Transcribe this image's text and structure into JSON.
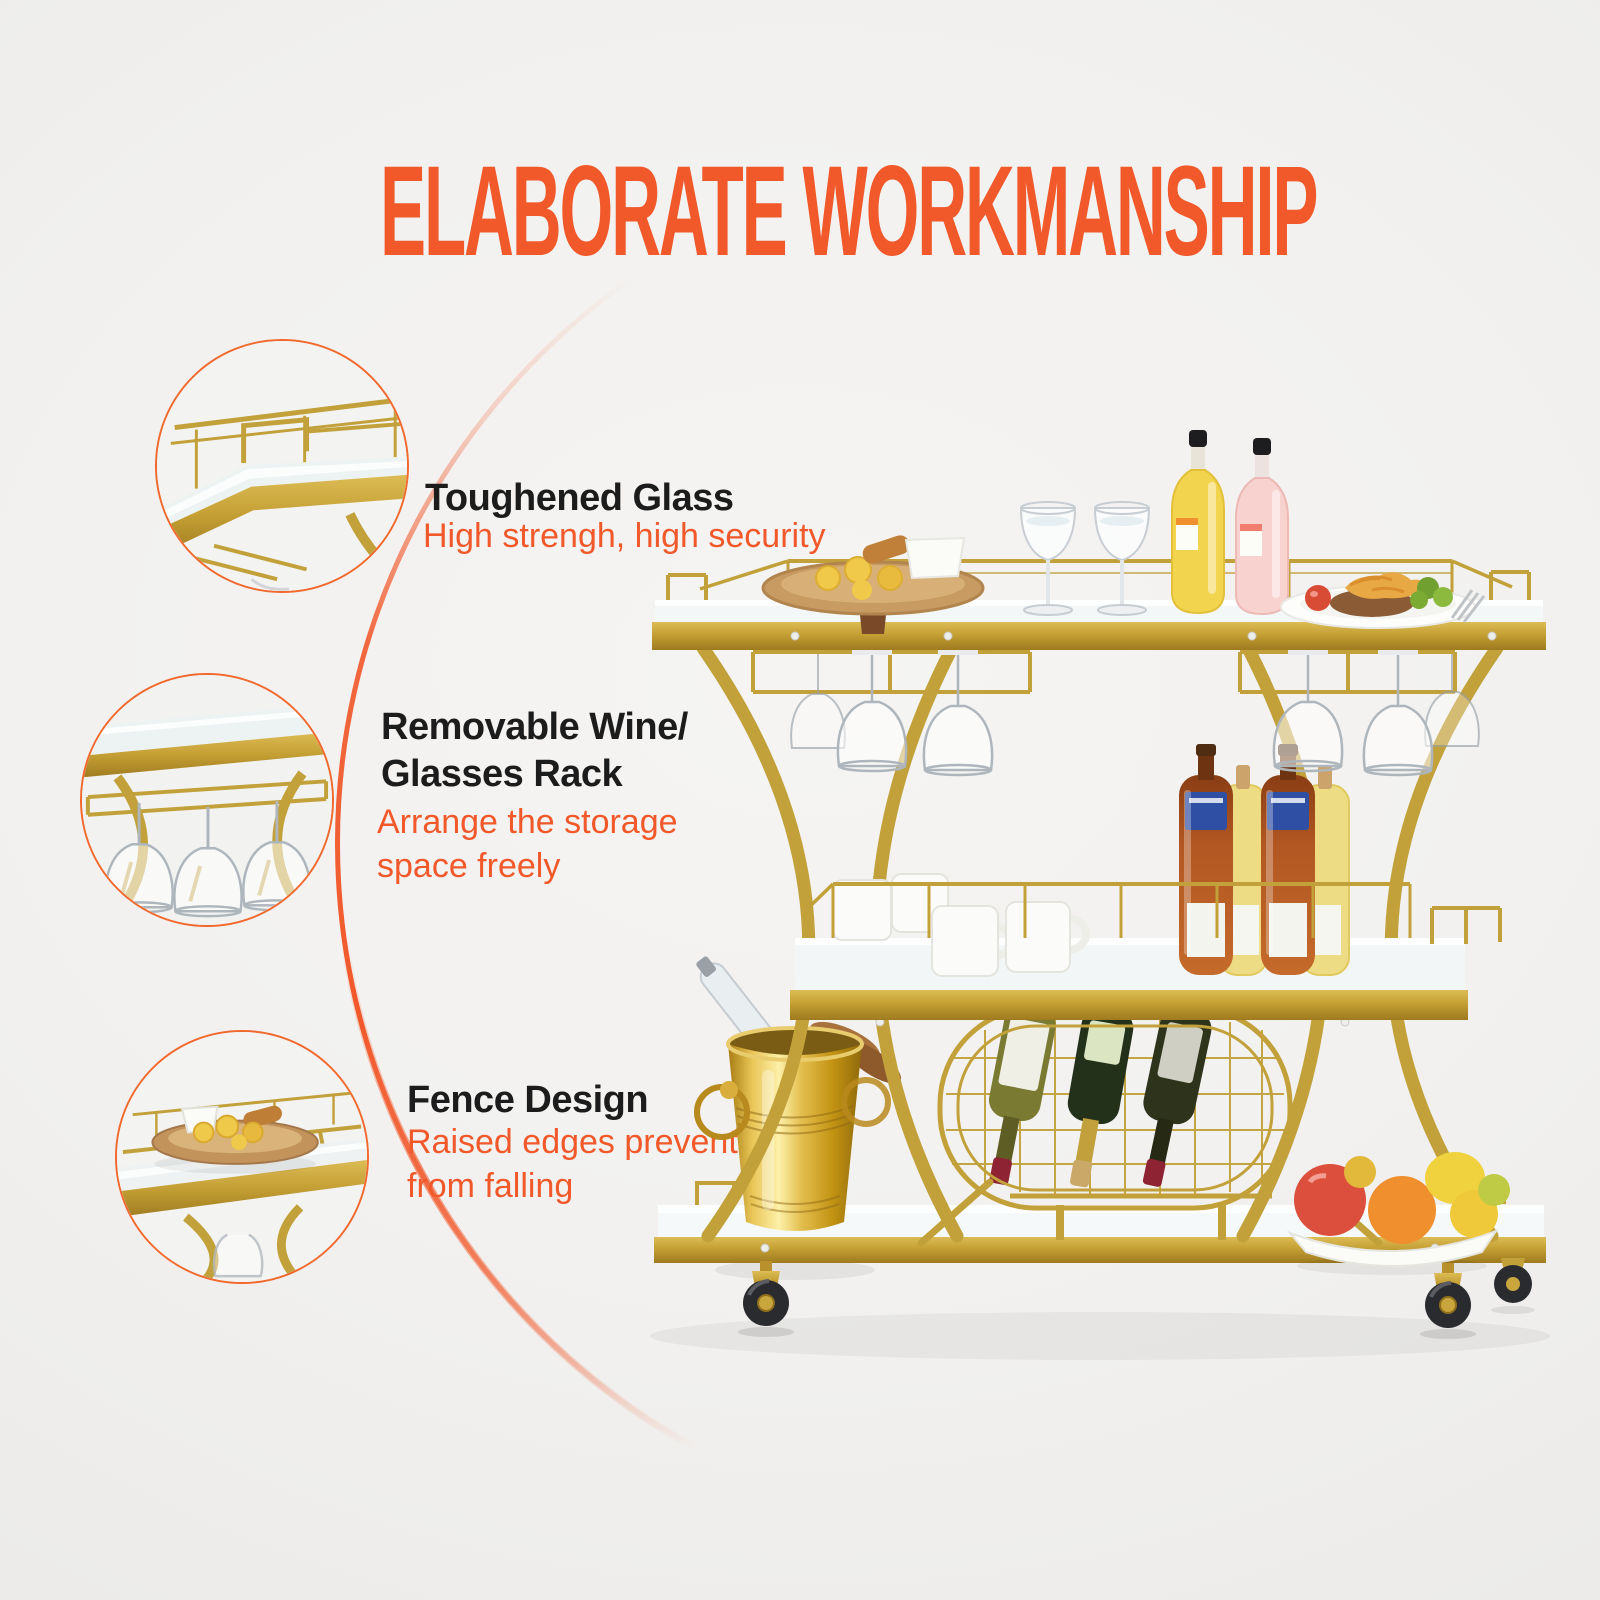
{
  "page": {
    "background_color": "#f2f1ef",
    "accent_color": "#f1582a",
    "heading_text_color": "#1c1c1c",
    "gold_color": "#c2a13b"
  },
  "title": {
    "text": "ELABORATE WORKMANSHIP"
  },
  "features": [
    {
      "id": "toughened-glass",
      "heading_lines": [
        "Toughened Glass"
      ],
      "sub_lines": [
        "High strengh, high security"
      ],
      "callout_icon": "glass-shelf-corner-photo"
    },
    {
      "id": "removable-rack",
      "heading_lines": [
        "Removable Wine/",
        "Glasses Rack"
      ],
      "sub_lines": [
        "Arrange the storage",
        "space freely"
      ],
      "callout_icon": "hanging-wine-glasses-photo"
    },
    {
      "id": "fence-design",
      "heading_lines": [
        "Fence Design"
      ],
      "sub_lines": [
        "Raised edges prevent",
        "from falling"
      ],
      "callout_icon": "fenced-tray-shelf-photo"
    }
  ],
  "product_scene": {
    "description_items": [
      "gold 3-tier bar cart with glass shelves",
      "raised fence rails on shelves",
      "hanging stemware racks with wine glasses",
      "two stemmed glasses, lemon and pink bottles, wooden snack tray, dinner plate on top shelf",
      "white mugs and four soda bottles on middle shelf",
      "oval wire wine rack holding three wine bottles",
      "gold ice bucket with bottle",
      "white bowl with apples, orange and lemons on bottom shelf",
      "caster wheels"
    ]
  }
}
